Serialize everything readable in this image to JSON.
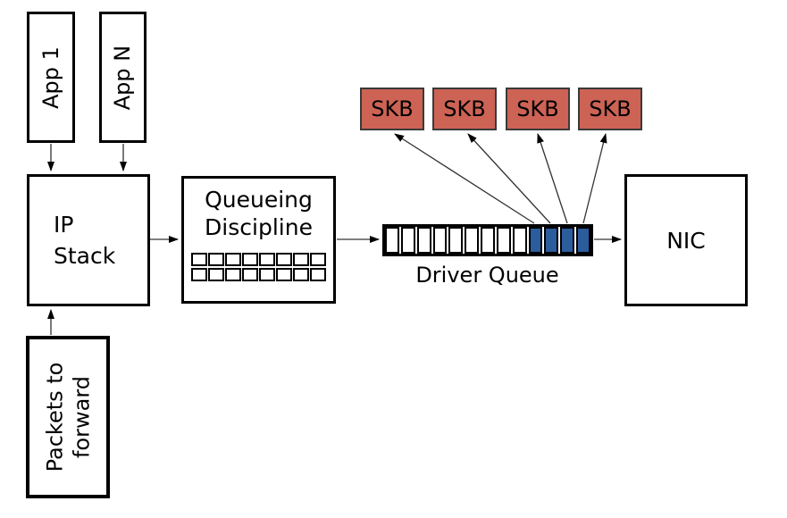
{
  "colors": {
    "skb-fill": "#cd6355",
    "skb-border": "#3a3a3a",
    "queue-blue": "#2b5c9c",
    "ink": "#000000",
    "arrow": "#333333"
  },
  "boxes": {
    "app1": "App 1",
    "appn": "App N",
    "ip_stack": {
      "line1": "IP",
      "line2": "Stack"
    },
    "qdisc": {
      "line1": "Queueing",
      "line2": "Discipline"
    },
    "nic": "NIC",
    "packets": {
      "line1": "Packets to",
      "line2": "forward"
    }
  },
  "skb": {
    "labels": [
      "SKB",
      "SKB",
      "SKB",
      "SKB"
    ]
  },
  "driver_queue": {
    "label": "Driver Queue",
    "empty_cells": 9,
    "filled_cells": 4
  },
  "qdisc_grid": {
    "rows": 2,
    "cols": 8
  }
}
